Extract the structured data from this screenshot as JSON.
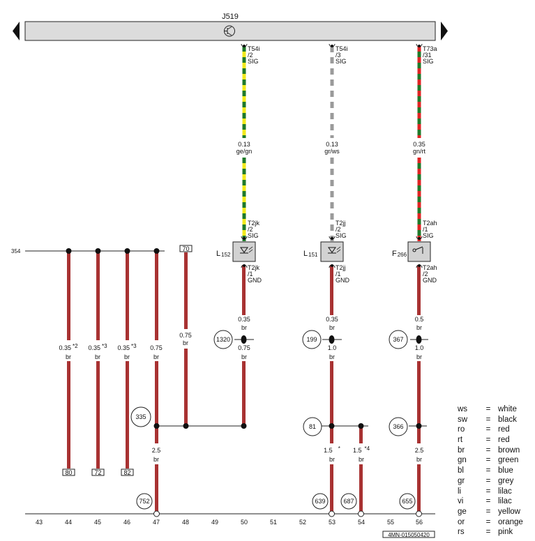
{
  "bus": {
    "name": "J519"
  },
  "ref_left": "354",
  "drawing_code": "4MN-015050420",
  "components": {
    "l152": {
      "name": "L",
      "sub": "152",
      "pin_top": [
        "T2jk",
        "/2",
        "SIG"
      ],
      "pin_bottom": [
        "T2jk",
        "/1",
        "GND"
      ]
    },
    "l151": {
      "name": "L",
      "sub": "151",
      "pin_top": [
        "T2jj",
        "/2",
        "SIG"
      ],
      "pin_bottom": [
        "T2jj",
        "/1",
        "GND"
      ]
    },
    "f266": {
      "name": "F",
      "sub": "266",
      "pin_top": [
        "T2ah",
        "/1",
        "SIG"
      ],
      "pin_bottom": [
        "T2ah",
        "/2",
        "GND"
      ]
    }
  },
  "connectors": {
    "c50": [
      "T54i",
      "/2",
      "SIG"
    ],
    "c53": [
      "T54i",
      "/3",
      "SIG"
    ],
    "c56": [
      "T73a",
      "/31",
      "SIG"
    ]
  },
  "wires": {
    "w50_sig": {
      "gauge": "0.13",
      "color": "ge/gn"
    },
    "w53_sig": {
      "gauge": "0.13",
      "color": "gr/ws"
    },
    "w56_sig": {
      "gauge": "0.35",
      "color": "gn/rt"
    },
    "w44": {
      "gauge": "0.35",
      "color": "br",
      "note": "*2"
    },
    "w45": {
      "gauge": "0.35",
      "color": "br",
      "note": "*3"
    },
    "w46": {
      "gauge": "0.35",
      "color": "br",
      "note": "*3"
    },
    "w47_up": {
      "gauge": "0.75",
      "color": "br"
    },
    "w47_low": {
      "gauge": "2.5",
      "color": "br"
    },
    "w48": {
      "gauge": "0.75",
      "color": "br"
    },
    "w50_a": {
      "gauge": "0.35",
      "color": "br"
    },
    "w50_b": {
      "gauge": "0.75",
      "color": "br"
    },
    "w53_a": {
      "gauge": "0.35",
      "color": "br"
    },
    "w53_b": {
      "gauge": "1.0",
      "color": "br"
    },
    "w53_low": {
      "gauge": "1.5",
      "color": "br",
      "note": "*"
    },
    "w54": {
      "gauge": "1.5",
      "color": "br",
      "note": "*4"
    },
    "w56_a": {
      "gauge": "0.5",
      "color": "br"
    },
    "w56_b": {
      "gauge": "1.0",
      "color": "br"
    },
    "w56_low": {
      "gauge": "2.5",
      "color": "br"
    }
  },
  "refboxes": {
    "r44": "80",
    "r45": "72",
    "r46": "82",
    "r48": "70"
  },
  "circles": {
    "c1320": "1320",
    "c199": "199",
    "c367": "367",
    "c335": "335",
    "c81": "81",
    "c366": "366",
    "c752": "752",
    "c639": "639",
    "c687": "687",
    "c655": "655"
  },
  "columns": [
    "43",
    "44",
    "45",
    "46",
    "47",
    "48",
    "49",
    "50",
    "51",
    "52",
    "53",
    "54",
    "55",
    "56"
  ],
  "legend": [
    {
      "code": "ws",
      "eq": "=",
      "name": "white"
    },
    {
      "code": "sw",
      "eq": "=",
      "name": "black"
    },
    {
      "code": "ro",
      "eq": "=",
      "name": "red"
    },
    {
      "code": "rt",
      "eq": "=",
      "name": "red"
    },
    {
      "code": "br",
      "eq": "=",
      "name": "brown"
    },
    {
      "code": "gn",
      "eq": "=",
      "name": "green"
    },
    {
      "code": "bl",
      "eq": "=",
      "name": "blue"
    },
    {
      "code": "gr",
      "eq": "=",
      "name": "grey"
    },
    {
      "code": "li",
      "eq": "=",
      "name": "lilac"
    },
    {
      "code": "vi",
      "eq": "=",
      "name": "lilac"
    },
    {
      "code": "ge",
      "eq": "=",
      "name": "yellow"
    },
    {
      "code": "or",
      "eq": "=",
      "name": "orange"
    },
    {
      "code": "rs",
      "eq": "=",
      "name": "pink"
    }
  ],
  "colors": {
    "brown_wire": "#a83232",
    "yellow": "#f2ea1c",
    "green": "#1f7a2a",
    "red": "#e02424",
    "grey": "#9a9a9a",
    "bus_fill": "#dcdcdc",
    "component_fill": "#d2d2d2"
  }
}
